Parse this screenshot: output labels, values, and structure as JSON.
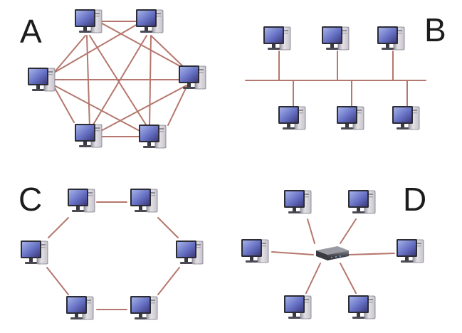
{
  "labels": {
    "a": "A",
    "b": "B",
    "c": "C",
    "d": "D"
  },
  "colors": {
    "link": "#b5776d",
    "bus": "#b5776d",
    "monitor_frame": "#2c2c36",
    "screen_dark": "#3c3a7a",
    "screen_light": "#a6b3e8",
    "tower": "#d9d6dc",
    "tower_shade": "#9a96a2",
    "hub": "#3a3a40"
  },
  "diagrams": {
    "a": {
      "topology": "mesh",
      "node_count": 6
    },
    "b": {
      "topology": "bus",
      "node_count": 6
    },
    "c": {
      "topology": "ring",
      "node_count": 6
    },
    "d": {
      "topology": "star",
      "node_count": 6,
      "center": "hub"
    }
  }
}
